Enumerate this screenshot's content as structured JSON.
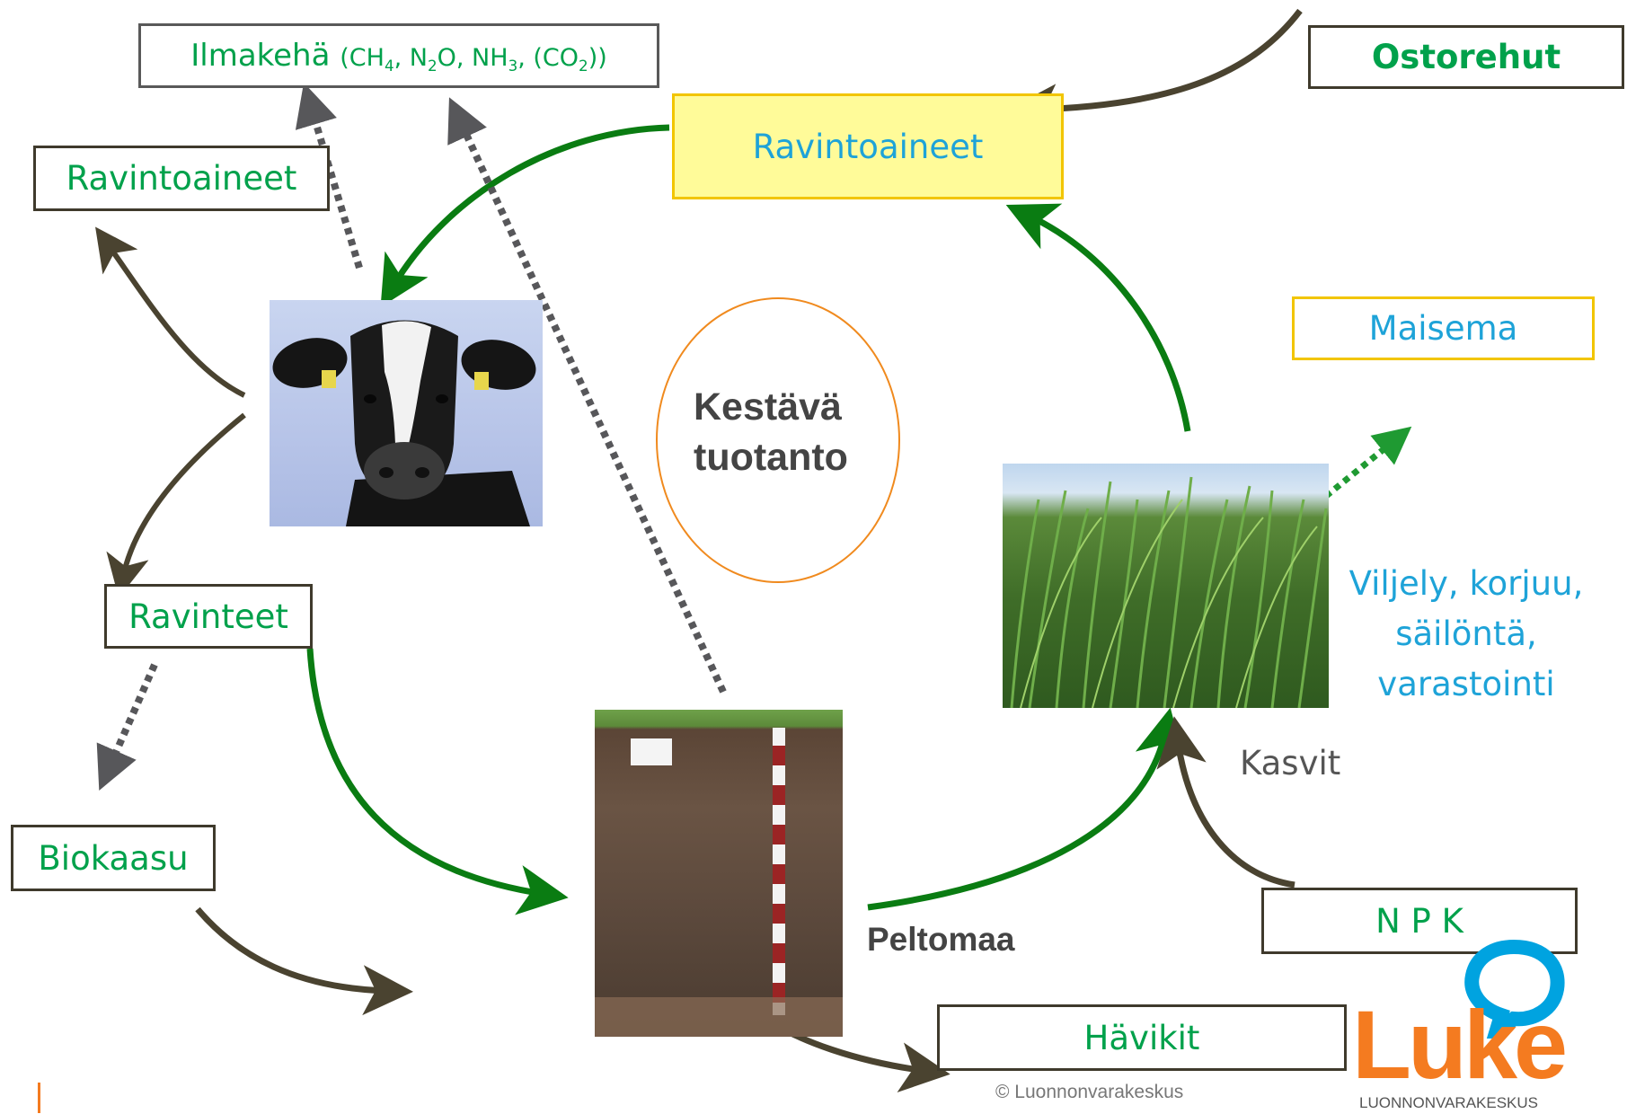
{
  "atmosphere": {
    "word": "Ilmakehä",
    "open": "(",
    "ch": "CH",
    "ch_sub": "4",
    "sep1": ", N",
    "n2o_sub": "2",
    "n2o_rest": "O, NH",
    "nh_sub": "3",
    "co_open": ", (CO",
    "co_sub": "2",
    "close": "))"
  },
  "labels": {
    "ostorehut": "Ostorehut",
    "ravintoaineet_main": "Ravintoaineet",
    "ravintoaineet_left": "Ravintoaineet",
    "maisema": "Maisema",
    "kestava_line1": "Kestävä",
    "kestava_line2": "tuotanto",
    "ravinteet": "Ravinteet",
    "biokaasu": "Biokaasu",
    "viljely_line1": "Viljely, korjuu,",
    "viljely_line2": "säilöntä,",
    "viljely_line3": "varastointi",
    "kasvit": "Kasvit",
    "npk": "N P K",
    "peltomaa": "Peltomaa",
    "havikit": "Hävikit",
    "copyright": "© Luonnonvarakeskus"
  },
  "logo": {
    "word": "Luke",
    "subtitle": "LUONNONVARAKESKUS"
  },
  "colors": {
    "green_arrow": "#0a7c12",
    "brown_arrow": "#4a4330",
    "grey_dotted": "#57575a",
    "green_text": "#00a14b",
    "blue_text": "#1ea3d8",
    "box_border": "#3f3a2c",
    "highlight_fill": "#fffb99",
    "highlight_border": "#f2c500",
    "oval": "#f08a1e",
    "logo_orange": "#f47b20",
    "logo_blue": "#00a3e0"
  }
}
